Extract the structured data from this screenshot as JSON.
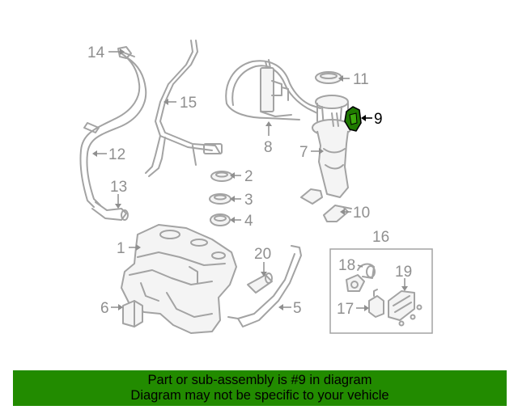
{
  "callouts": {
    "c1": "1",
    "c2": "2",
    "c3": "3",
    "c4": "4",
    "c5": "5",
    "c6": "6",
    "c7": "7",
    "c8": "8",
    "c9": "9",
    "c10": "10",
    "c11": "11",
    "c12": "12",
    "c13": "13",
    "c14": "14",
    "c15": "15",
    "c16": "16",
    "c17": "17",
    "c18": "18",
    "c19": "19",
    "c20": "20"
  },
  "highlighted_part": "9",
  "colors": {
    "banner": "#228b00",
    "highlight": "#1f7a00",
    "line": "#a3a3a3"
  },
  "banner": {
    "line1": "Part or sub-assembly is #9 in diagram",
    "line2": "Diagram may not be specific to your vehicle"
  }
}
